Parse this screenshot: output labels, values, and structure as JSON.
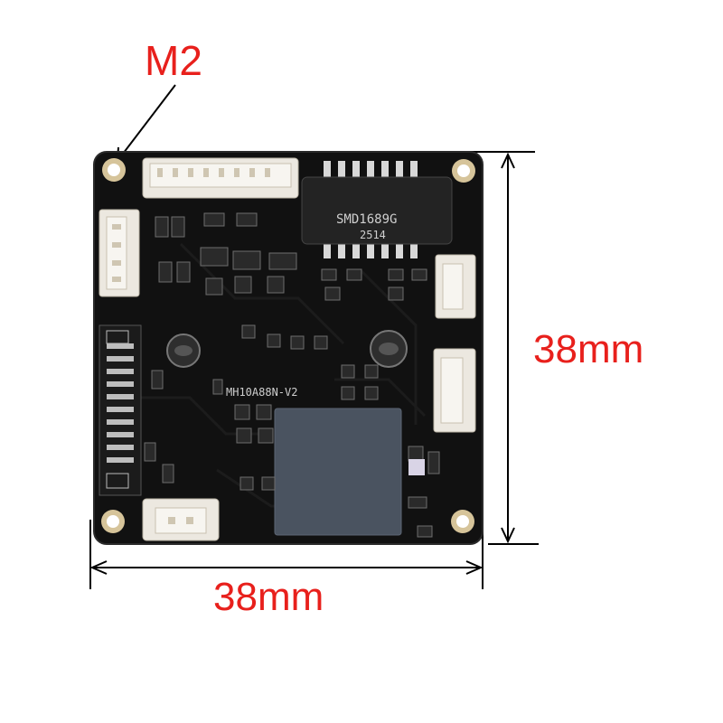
{
  "annotations": {
    "mount_hole": "M2",
    "width": "38mm",
    "height": "38mm"
  },
  "board": {
    "model_silkscreen": "MH10A88N-V2",
    "transformer_top": "SMD1689G",
    "transformer_bottom": "2514"
  },
  "colors": {
    "annotation": "#e8201c",
    "pcb": "#111111",
    "connector": "#ece8e0",
    "chip": "#4a5360"
  }
}
